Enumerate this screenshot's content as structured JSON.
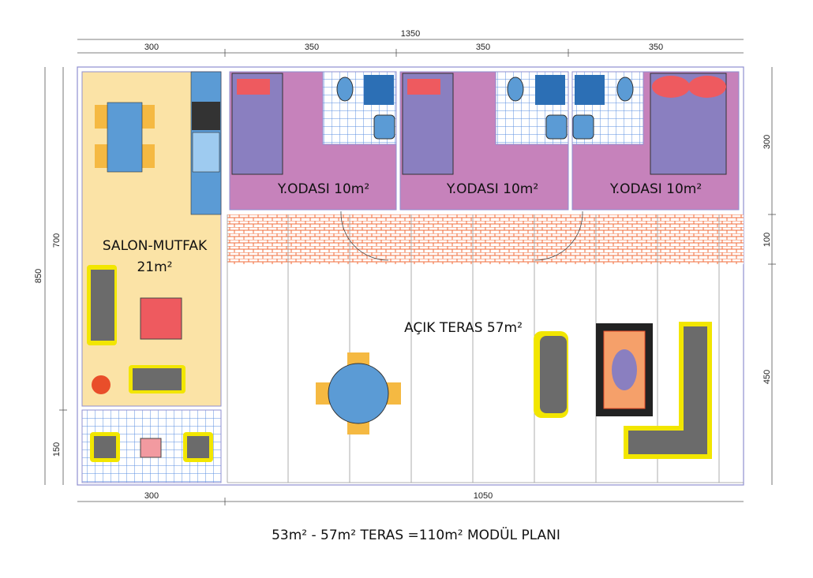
{
  "dimensions": {
    "top_total": "1350",
    "top_segments": [
      "300",
      "350",
      "350",
      "350"
    ],
    "bottom_segments": [
      "300",
      "1050"
    ],
    "left_total": "850",
    "left_segments": [
      "700",
      "150"
    ],
    "right_segments": [
      "300",
      "100",
      "450"
    ]
  },
  "rooms": {
    "salon": {
      "name": "SALON-MUTFAK",
      "area": "21m²"
    },
    "bedrooms": [
      "Y.ODASI 10m²",
      "Y.ODASI 10m²",
      "Y.ODASI 10m²"
    ],
    "terrace": "AÇIK TERAS 57m²"
  },
  "caption": "53m² - 57m² TERAS  =110m² MODÜL PLANI",
  "colors": {
    "salon": "#fbe3a6",
    "bedroom": "#c682bb",
    "kitchen": "#5b9bd5",
    "tile_band": "#f26b3a",
    "bed": "#8a7fc0",
    "pillow": "#ee5a5f",
    "sofa": "#6b6b6b",
    "sofa_edge": "#f2e600"
  }
}
